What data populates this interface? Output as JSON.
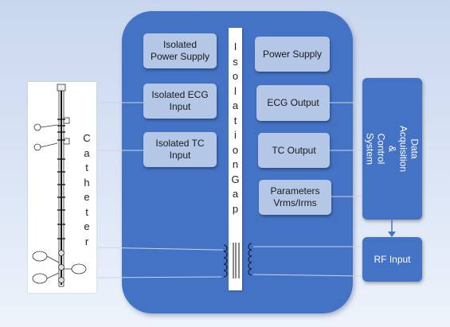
{
  "left_boxes": {
    "isolated_power": "Isolated\nPower Supply",
    "isolated_ecg": "Isolated ECG\nInput",
    "isolated_tc": "Isolated TC\nInput"
  },
  "right_boxes": {
    "power_supply": "Power Supply",
    "ecg_output": "ECG Output",
    "tc_output": "TC Output",
    "parameters": "Parameters\nVrms/Irms"
  },
  "isolation_gap": [
    "I",
    "s",
    "o",
    "l",
    "a",
    "t",
    "i",
    "o",
    "n",
    "G",
    "a",
    "p"
  ],
  "catheter_label": [
    "C",
    "a",
    "t",
    "h",
    "e",
    "t",
    "e",
    "r"
  ],
  "daq": {
    "label": "Data Acquisition\n&\nControl System"
  },
  "rf": {
    "label": "RF Input"
  },
  "colors": {
    "panel_blue": "#4472c4",
    "box_light": "#b4c7e7",
    "background": "#d6e1f3"
  }
}
